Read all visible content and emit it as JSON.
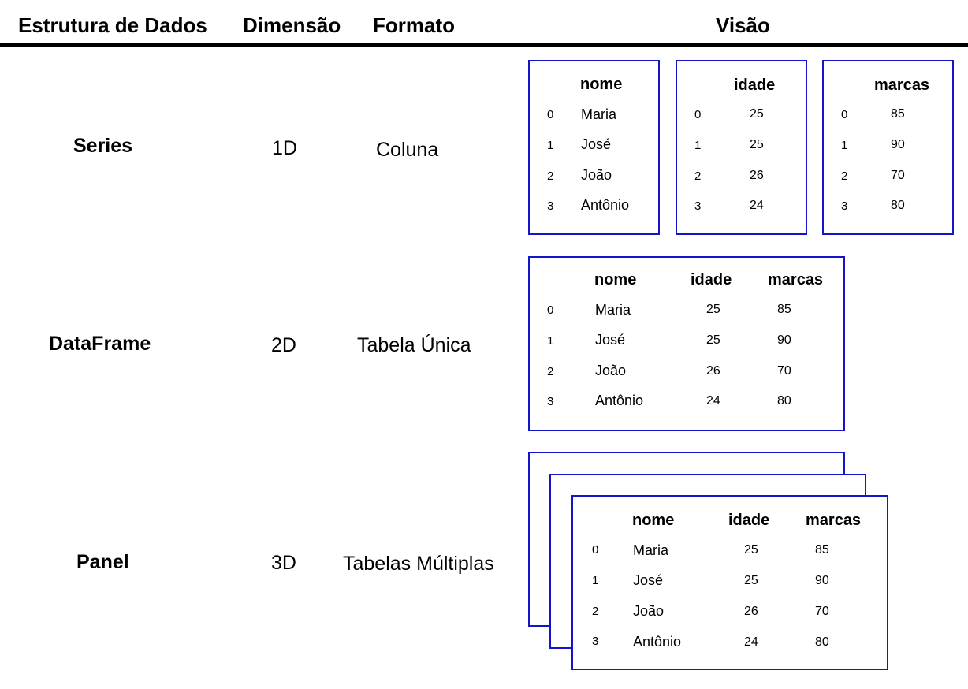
{
  "header": {
    "col1": "Estrutura de Dados",
    "col2": "Dimensão",
    "col3": "Formato",
    "col4": "Visão"
  },
  "rows": [
    {
      "structure": "Series",
      "dimension": "1D",
      "format": "Coluna"
    },
    {
      "structure": "DataFrame",
      "dimension": "2D",
      "format": "Tabela Única"
    },
    {
      "structure": "Panel",
      "dimension": "3D",
      "format": "Tabelas Múltiplas"
    }
  ],
  "series_views": [
    {
      "header": "nome",
      "index": [
        "0",
        "1",
        "2",
        "3"
      ],
      "values": [
        "Maria",
        "José",
        "João",
        "Antônio"
      ]
    },
    {
      "header": "idade",
      "index": [
        "0",
        "1",
        "2",
        "3"
      ],
      "values": [
        "25",
        "25",
        "26",
        "24"
      ]
    },
    {
      "header": "marcas",
      "index": [
        "0",
        "1",
        "2",
        "3"
      ],
      "values": [
        "85",
        "90",
        "70",
        "80"
      ]
    }
  ],
  "table": {
    "columns": [
      "nome",
      "idade",
      "marcas"
    ],
    "index": [
      "0",
      "1",
      "2",
      "3"
    ],
    "rows": [
      [
        "Maria",
        "25",
        "85"
      ],
      [
        "José",
        "25",
        "90"
      ],
      [
        "João",
        "26",
        "70"
      ],
      [
        "Antônio",
        "24",
        "80"
      ]
    ]
  },
  "colors": {
    "box_border": "#1414cc",
    "rule": "#000000"
  }
}
